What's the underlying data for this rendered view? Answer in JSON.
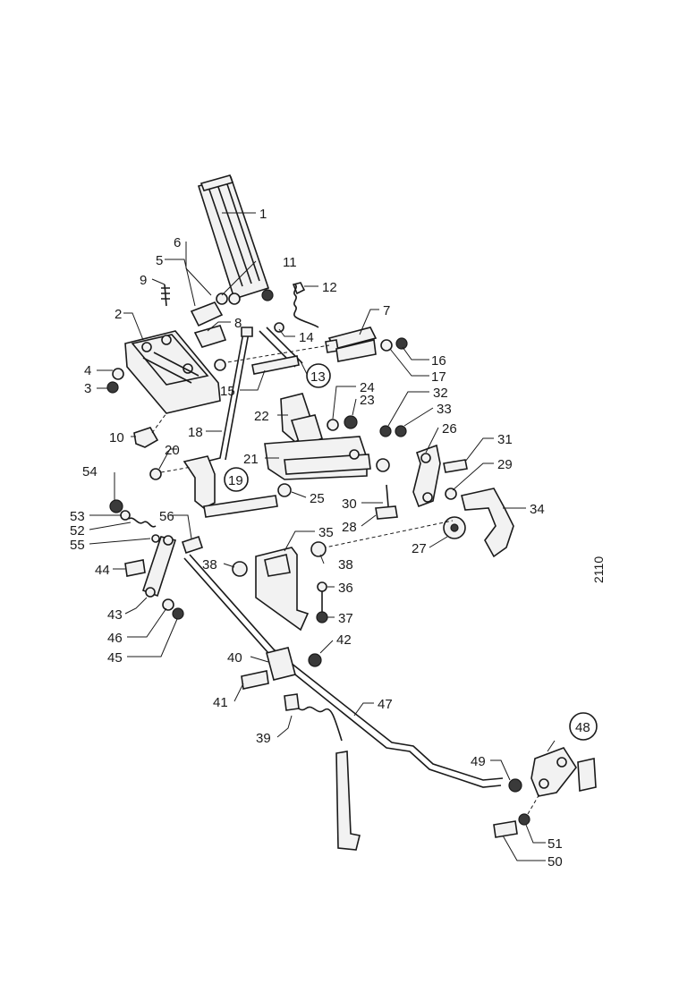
{
  "drawing_code": "2110",
  "callouts": [
    {
      "id": "c1",
      "text": "1"
    },
    {
      "id": "c2",
      "text": "2"
    },
    {
      "id": "c3",
      "text": "3"
    },
    {
      "id": "c4",
      "text": "4"
    },
    {
      "id": "c5",
      "text": "5"
    },
    {
      "id": "c6",
      "text": "6"
    },
    {
      "id": "c7",
      "text": "7"
    },
    {
      "id": "c8",
      "text": "8"
    },
    {
      "id": "c9",
      "text": "9"
    },
    {
      "id": "c10",
      "text": "10"
    },
    {
      "id": "c11",
      "text": "11"
    },
    {
      "id": "c12",
      "text": "12"
    },
    {
      "id": "c13",
      "text": "13"
    },
    {
      "id": "c14",
      "text": "14"
    },
    {
      "id": "c15",
      "text": "15"
    },
    {
      "id": "c16",
      "text": "16"
    },
    {
      "id": "c17",
      "text": "17"
    },
    {
      "id": "c18",
      "text": "18"
    },
    {
      "id": "c19",
      "text": "19"
    },
    {
      "id": "c20",
      "text": "20"
    },
    {
      "id": "c21",
      "text": "21"
    },
    {
      "id": "c22",
      "text": "22"
    },
    {
      "id": "c23",
      "text": "23"
    },
    {
      "id": "c24",
      "text": "24"
    },
    {
      "id": "c25",
      "text": "25"
    },
    {
      "id": "c26",
      "text": "26"
    },
    {
      "id": "c27",
      "text": "27"
    },
    {
      "id": "c28",
      "text": "28"
    },
    {
      "id": "c29",
      "text": "29"
    },
    {
      "id": "c30",
      "text": "30"
    },
    {
      "id": "c31",
      "text": "31"
    },
    {
      "id": "c32",
      "text": "32"
    },
    {
      "id": "c33",
      "text": "33"
    },
    {
      "id": "c34",
      "text": "34"
    },
    {
      "id": "c35",
      "text": "35"
    },
    {
      "id": "c36",
      "text": "36"
    },
    {
      "id": "c37",
      "text": "37"
    },
    {
      "id": "c38a",
      "text": "38"
    },
    {
      "id": "c38b",
      "text": "38"
    },
    {
      "id": "c39",
      "text": "39"
    },
    {
      "id": "c40",
      "text": "40"
    },
    {
      "id": "c41",
      "text": "41"
    },
    {
      "id": "c42",
      "text": "42"
    },
    {
      "id": "c43",
      "text": "43"
    },
    {
      "id": "c44",
      "text": "44"
    },
    {
      "id": "c45",
      "text": "45"
    },
    {
      "id": "c46",
      "text": "46"
    },
    {
      "id": "c47",
      "text": "47"
    },
    {
      "id": "c48",
      "text": "48"
    },
    {
      "id": "c49",
      "text": "49"
    },
    {
      "id": "c50",
      "text": "50"
    },
    {
      "id": "c51",
      "text": "51"
    },
    {
      "id": "c52",
      "text": "52"
    },
    {
      "id": "c53",
      "text": "53"
    },
    {
      "id": "c54",
      "text": "54"
    },
    {
      "id": "c55",
      "text": "55"
    },
    {
      "id": "c56",
      "text": "56"
    }
  ]
}
